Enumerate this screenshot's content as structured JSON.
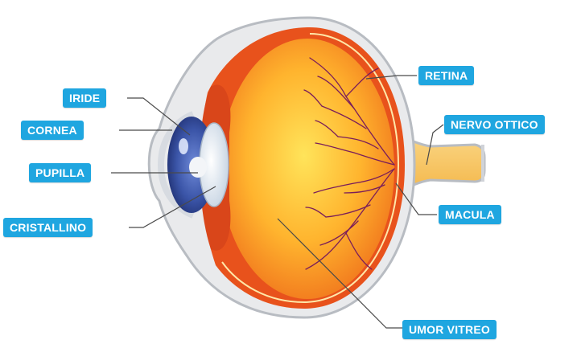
{
  "labels": {
    "iride": "IRIDE",
    "cornea": "CORNEA",
    "pupilla": "PUPILLA",
    "cristallino": "CRISTALLINO",
    "retina": "RETINA",
    "nervo_ottico": "NERVO OTTICO",
    "macula": "MACULA",
    "umor_vitreo": "UMOR VITREO"
  },
  "colors": {
    "label_bg": "#1fa6e0",
    "label_text": "#ffffff",
    "sclera": "#e9eaec",
    "choroid": "#e8521c",
    "vitreous_center": "#ffd84a",
    "vitreous_edge": "#f0781e",
    "iris": "#3b55a8",
    "optic_nerve": "#f7c35f",
    "vessels": "#7a1d5a",
    "leader": "#4a4a4a"
  }
}
